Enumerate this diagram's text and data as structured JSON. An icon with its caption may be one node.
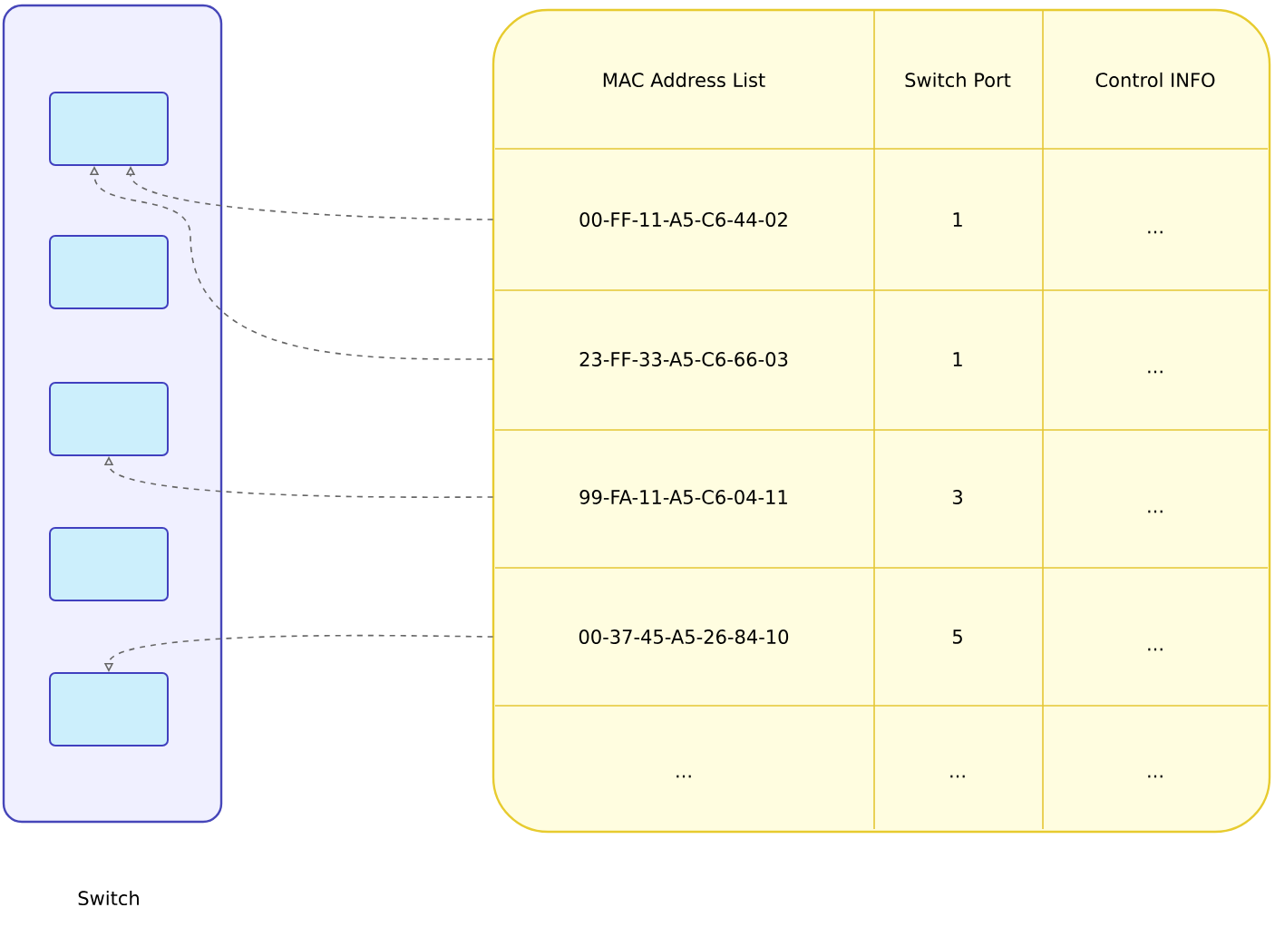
{
  "diagram": {
    "nodes": [
      {
        "text": [
          "Switch"
        ]
      },
      {
        "text": [],
        "shape": "box",
        "in": 0
      },
      {
        "text": [],
        "shape": "box",
        "in": 0
      },
      {
        "text": [],
        "shape": "box",
        "in": 0
      },
      {
        "text": [],
        "shape": "box",
        "in": 0
      },
      {
        "text": [],
        "shape": "box",
        "in": 0
      },
      {
        "text": [],
        "shape": "box"
      },
      {
        "text": [
          "00-FF-11-A5-C6-44-02"
        ],
        "in": 6
      },
      {
        "text": [
          "23-FF-33-A5-C6-66-03"
        ],
        "in": 6
      },
      {
        "text": [
          "99-FA-11-A5-C6-04-11"
        ],
        "in": 6
      },
      {
        "text": [
          "00-37-45-A5-26-84-10"
        ],
        "in": 6
      }
    ],
    "edges": [
      {
        "from": 7,
        "to": 1,
        "arrow": "to",
        "style": "dashed"
      },
      {
        "from": 8,
        "to": 1,
        "arrow": "to",
        "style": "dashed"
      },
      {
        "from": 9,
        "to": 3,
        "arrow": "to",
        "style": "dashed"
      },
      {
        "from": 10,
        "to": 5,
        "arrow": "to",
        "style": "dashed"
      }
    ],
    "labels": [
      "MAC Address List",
      "Switch Port",
      "Control INFO",
      "1",
      "...",
      "1",
      "...",
      "3",
      "...",
      "5",
      "...",
      "...",
      "...",
      "..."
    ]
  }
}
